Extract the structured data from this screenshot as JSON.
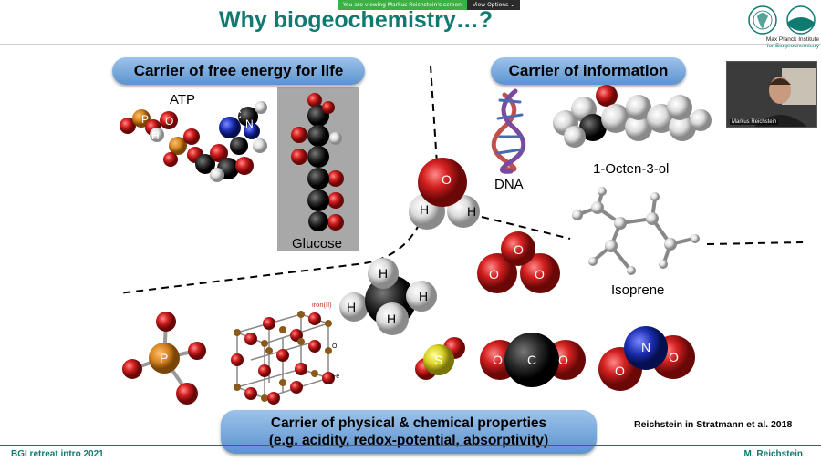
{
  "screen_share": {
    "viewing_text": "You are viewing Markus Reichstein's screen",
    "options_label": "View Options"
  },
  "slide": {
    "title": "Why biogeochemistry…?",
    "institute": {
      "line1": "Max Planck Institute",
      "line2": "for Biogeochemistry"
    },
    "pills": {
      "free_energy": "Carrier of free energy for life",
      "information": "Carrier of information",
      "properties_line1": "Carrier of physical & chemical properties",
      "properties_line2": "(e.g. acidity, redox-potential, absorptivity)"
    },
    "molecules": {
      "atp": "ATP",
      "glucose": "Glucose",
      "dna": "DNA",
      "octenol": "1-Octen-3-ol",
      "isoprene": "Isoprene",
      "iron_label": "iron(II)",
      "crystal_o": "O",
      "crystal_fe": "Fe"
    },
    "atoms": {
      "P": "P",
      "O": "O",
      "H": "H",
      "C": "C",
      "N": "N",
      "S": "S"
    },
    "citation": "Reichstein in Stratmann et al. 2018",
    "footer_left": "BGI retreat intro 2021",
    "footer_right": "M. Reichstein"
  },
  "video": {
    "participant_name": "Markus Reichstein"
  },
  "colors": {
    "brand": "#117a70",
    "oxygen": "#d42020",
    "hydrogen": "#e8e8e8",
    "carbon": "#2a2a2a",
    "phosphorus": "#d4821e",
    "sulfur": "#d8d020",
    "nitrogen": "#1a2db0"
  }
}
